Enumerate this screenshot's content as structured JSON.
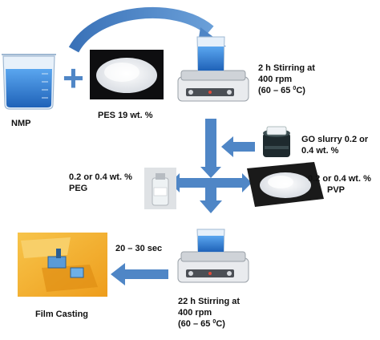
{
  "labels": {
    "nmp": "NMP",
    "pes": "PES 19 wt. %",
    "step1_line1": "2 h Stirring at",
    "step1_line2": "400 rpm",
    "step1_line3_prefix": "(60 – 65 ",
    "step1_line3_sup": "0",
    "step1_line3_suffix": "C)",
    "go_line1": "GO slurry 0.2 or",
    "go_line2": "0.4 wt. %",
    "peg_line1": "0.2 or 0.4 wt. %",
    "peg_line2": "PEG",
    "pvp_line1": "0.2 or 0.4 wt. %",
    "pvp_line2": "PVP",
    "time": "20 – 30 sec",
    "film": "Film Casting",
    "step2_line1": "22 h Stirring at",
    "step2_line2": "400 rpm",
    "step2_line3_prefix": "(60 – 65 ",
    "step2_line3_sup": "0",
    "step2_line3_suffix": "C)",
    "plus_symbol": "+"
  },
  "colors": {
    "arrow": "#4f86c6",
    "beaker_liquid": "#2f7fd6",
    "film_background": "#f5b531"
  }
}
